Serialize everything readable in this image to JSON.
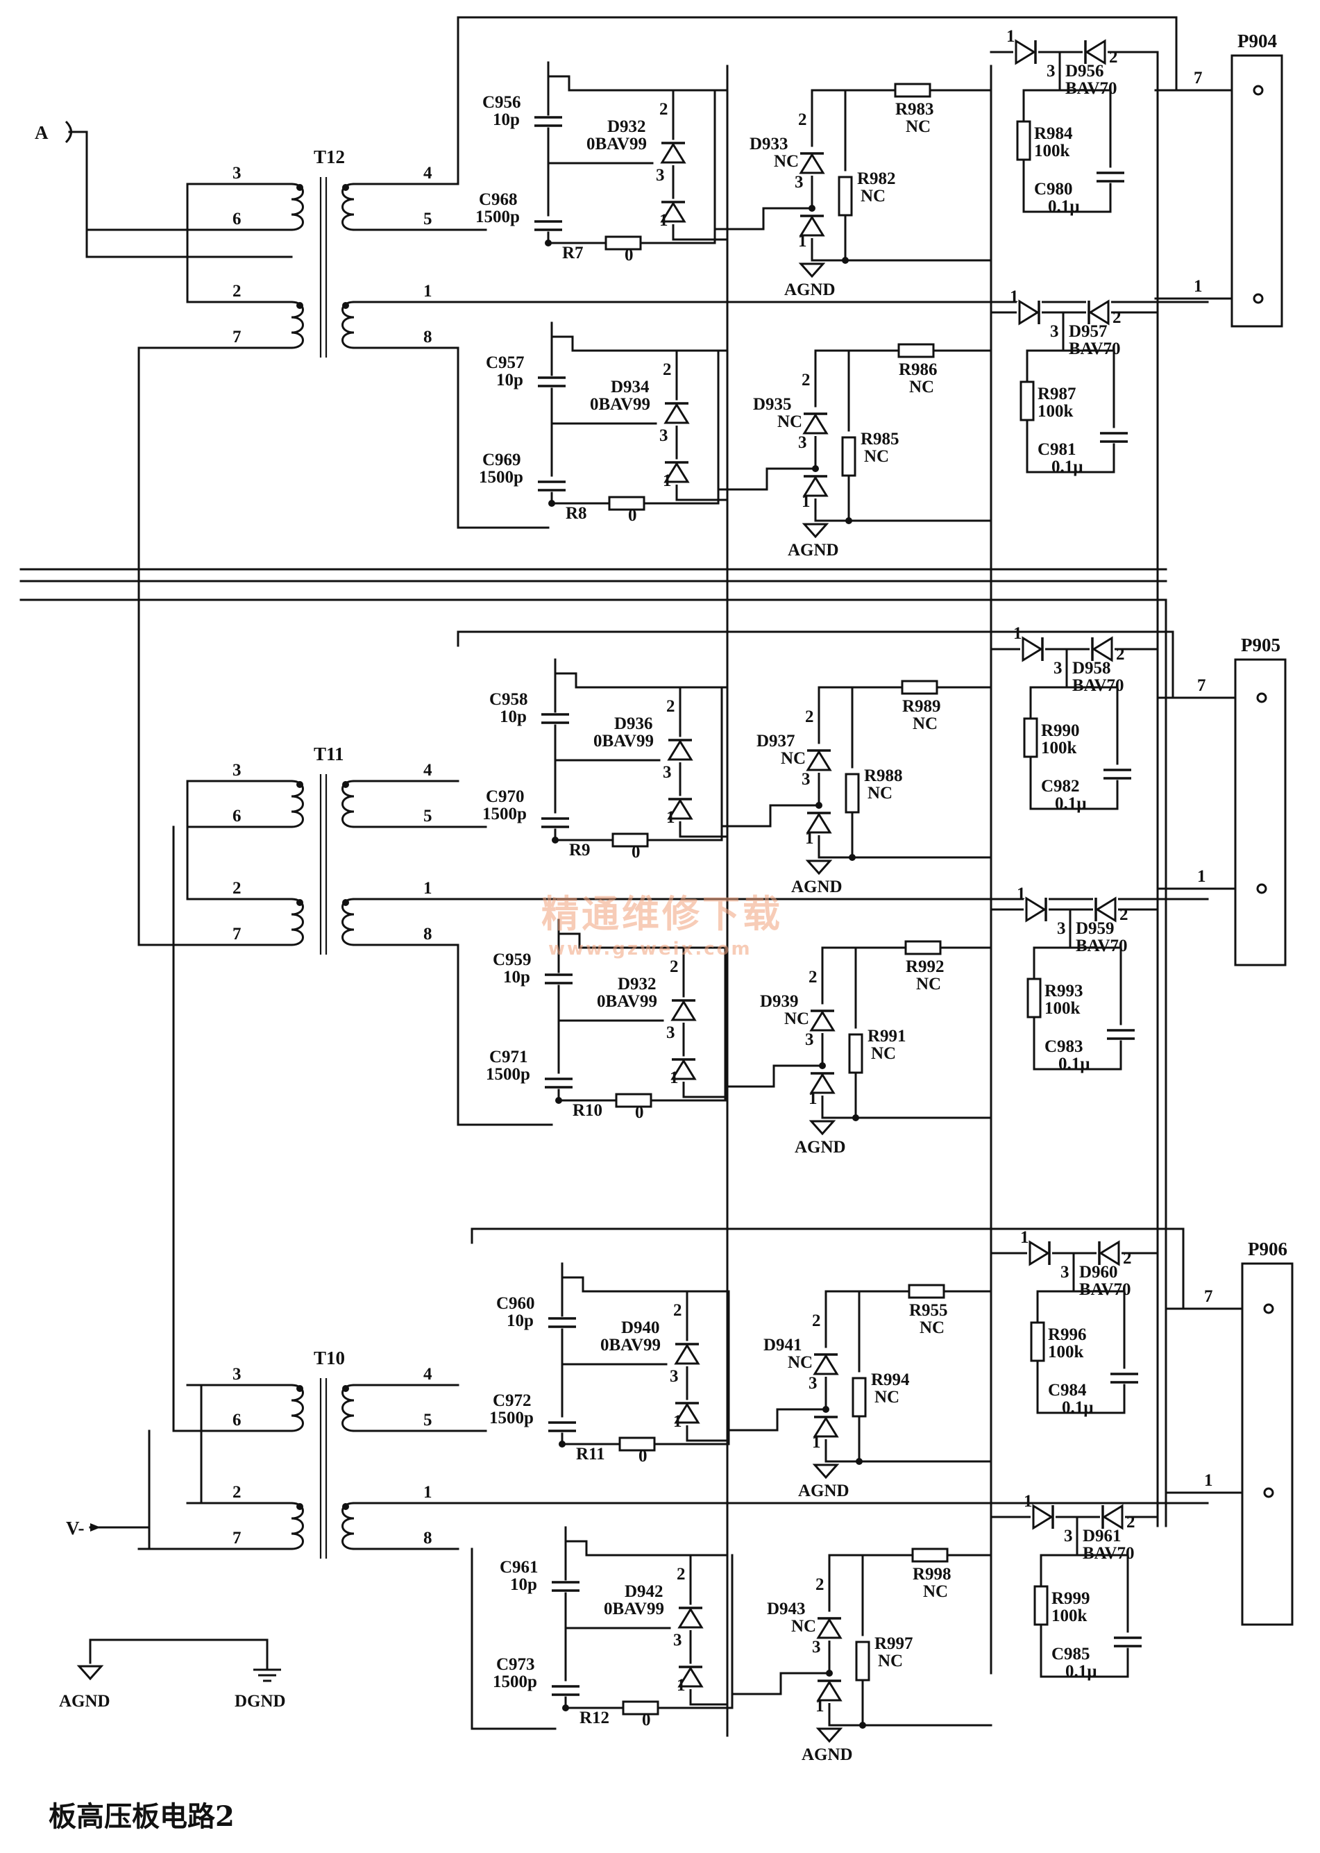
{
  "caption": "板高压板电路2",
  "watermark": {
    "title": "精通维修下载",
    "url": "www.gzweix.com"
  },
  "terminals": {
    "input_a": "A",
    "output_v": "V-"
  },
  "ground": {
    "agnd": "AGND",
    "dgnd": "DGND"
  },
  "connectors": [
    {
      "name": "P904",
      "pin_top": "7",
      "pin_bottom": "1"
    },
    {
      "name": "P905",
      "pin_top": "7",
      "pin_bottom": "1"
    },
    {
      "name": "P906",
      "pin_top": "7",
      "pin_bottom": "1"
    }
  ],
  "transformers": [
    {
      "name": "T12",
      "pins": [
        "3",
        "6",
        "2",
        "7",
        "4",
        "5",
        "1",
        "8"
      ]
    },
    {
      "name": "T11",
      "pins": [
        "3",
        "6",
        "2",
        "7",
        "4",
        "5",
        "1",
        "8"
      ]
    },
    {
      "name": "T10",
      "pins": [
        "3",
        "6",
        "2",
        "7",
        "4",
        "5",
        "1",
        "8"
      ]
    }
  ],
  "channels": [
    {
      "c_top": "C956",
      "c_top_val": "10p",
      "c_bot": "C968",
      "c_bot_val": "1500p",
      "d_pair": "D932",
      "d_pair_val": "0BAV99",
      "d_clamp": "D933",
      "d_clamp_val": "NC",
      "r_ser": "R983",
      "r_ser_val": "NC",
      "r_sh": "R982",
      "r_sh_val": "NC",
      "r_bal": "R7",
      "r_bal_val": "0",
      "d_out": "D956",
      "d_out_val": "BAV70",
      "r_load": "R984",
      "r_load_val": "100k",
      "c_out": "C980",
      "c_out_val": "0.1µ",
      "gnd": "AGND"
    },
    {
      "c_top": "C957",
      "c_top_val": "10p",
      "c_bot": "C969",
      "c_bot_val": "1500p",
      "d_pair": "D934",
      "d_pair_val": "0BAV99",
      "d_clamp": "D935",
      "d_clamp_val": "NC",
      "r_ser": "R986",
      "r_ser_val": "NC",
      "r_sh": "R985",
      "r_sh_val": "NC",
      "r_bal": "R8",
      "r_bal_val": "0",
      "d_out": "D957",
      "d_out_val": "BAV70",
      "r_load": "R987",
      "r_load_val": "100k",
      "c_out": "C981",
      "c_out_val": "0.1µ",
      "gnd": "AGND"
    },
    {
      "c_top": "C958",
      "c_top_val": "10p",
      "c_bot": "C970",
      "c_bot_val": "1500p",
      "d_pair": "D936",
      "d_pair_val": "0BAV99",
      "d_clamp": "D937",
      "d_clamp_val": "NC",
      "r_ser": "R989",
      "r_ser_val": "NC",
      "r_sh": "R988",
      "r_sh_val": "NC",
      "r_bal": "R9",
      "r_bal_val": "0",
      "d_out": "D958",
      "d_out_val": "BAV70",
      "r_load": "R990",
      "r_load_val": "100k",
      "c_out": "C982",
      "c_out_val": "0.1µ",
      "gnd": "AGND"
    },
    {
      "c_top": "C959",
      "c_top_val": "10p",
      "c_bot": "C971",
      "c_bot_val": "1500p",
      "d_pair": "D932",
      "d_pair_val": "0BAV99",
      "d_clamp": "D939",
      "d_clamp_val": "NC",
      "r_ser": "R992",
      "r_ser_val": "NC",
      "r_sh": "R991",
      "r_sh_val": "NC",
      "r_bal": "R10",
      "r_bal_val": "0",
      "d_out": "D959",
      "d_out_val": "BAV70",
      "r_load": "R993",
      "r_load_val": "100k",
      "c_out": "C983",
      "c_out_val": "0.1µ",
      "gnd": "AGND"
    },
    {
      "c_top": "C960",
      "c_top_val": "10p",
      "c_bot": "C972",
      "c_bot_val": "1500p",
      "d_pair": "D940",
      "d_pair_val": "0BAV99",
      "d_clamp": "D941",
      "d_clamp_val": "NC",
      "r_ser": "R955",
      "r_ser_val": "NC",
      "r_sh": "R994",
      "r_sh_val": "NC",
      "r_bal": "R11",
      "r_bal_val": "0",
      "d_out": "D960",
      "d_out_val": "BAV70",
      "r_load": "R996",
      "r_load_val": "100k",
      "c_out": "C984",
      "c_out_val": "0.1µ",
      "gnd": "AGND"
    },
    {
      "c_top": "C961",
      "c_top_val": "10p",
      "c_bot": "C973",
      "c_bot_val": "1500p",
      "d_pair": "D942",
      "d_pair_val": "0BAV99",
      "d_clamp": "D943",
      "d_clamp_val": "NC",
      "r_ser": "R998",
      "r_ser_val": "NC",
      "r_sh": "R997",
      "r_sh_val": "NC",
      "r_bal": "R12",
      "r_bal_val": "0",
      "d_out": "D961",
      "d_out_val": "BAV70",
      "r_load": "R999",
      "r_load_val": "100k",
      "c_out": "C985",
      "c_out_val": "0.1µ",
      "gnd": "AGND"
    }
  ],
  "pin_numbers": {
    "d_pair_a": "2",
    "d_pair_mid": "3",
    "d_pair_k": "1",
    "d_out_a": "1",
    "d_out_k": "2",
    "d_out_c": "3"
  }
}
